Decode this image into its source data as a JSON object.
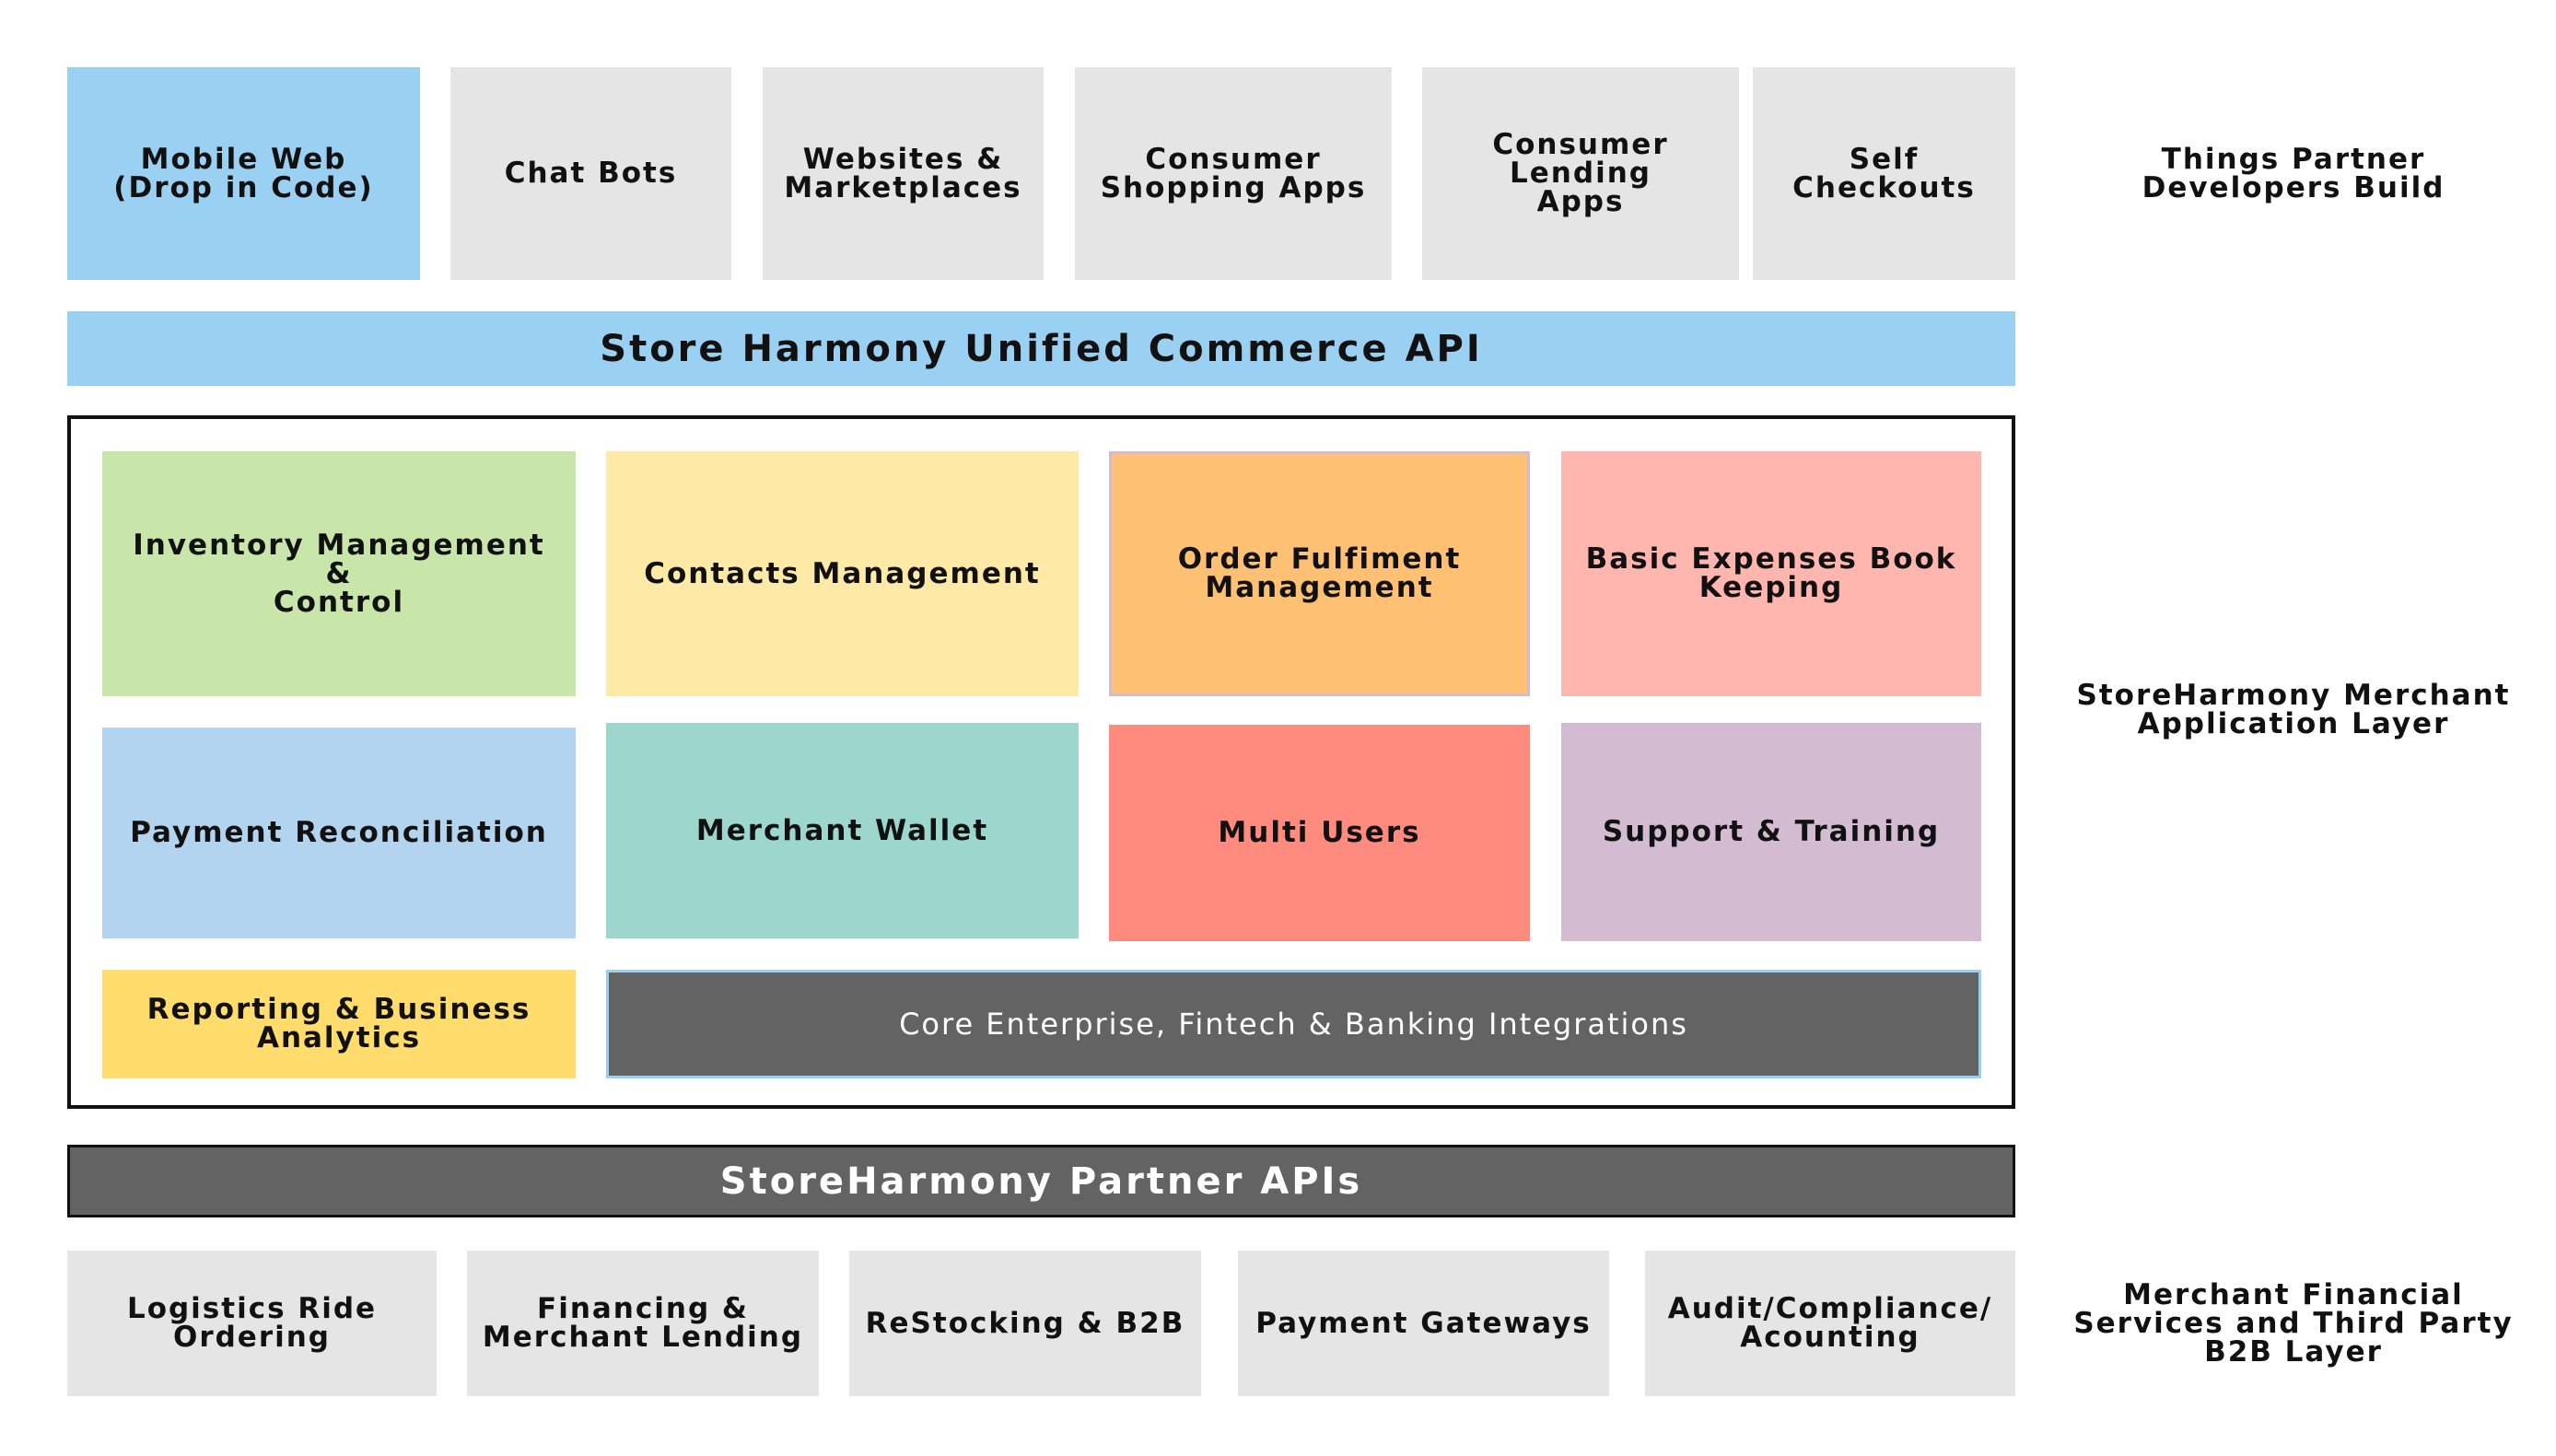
{
  "colors": {
    "gray": "#e5e5e5",
    "blue": "#9ad0f2",
    "green": "#c8e6a9",
    "yellow": "#feeaa6",
    "orange": "#fec174",
    "pink": "#ffb6ae",
    "light_blue": "#b2d4ef",
    "teal": "#9dd6cc",
    "red": "#ff8b7e",
    "purple": "#d3bbd2",
    "gold": "#ffdc6c",
    "dark_gray": "#636363"
  },
  "top_row": {
    "items": [
      {
        "label": "Mobile Web\n(Drop in Code)"
      },
      {
        "label": "Chat Bots"
      },
      {
        "label": "Websites &\nMarketplaces"
      },
      {
        "label": "Consumer\nShopping Apps"
      },
      {
        "label": "Consumer Lending\nApps"
      },
      {
        "label": "Self Checkouts"
      }
    ],
    "side_label": "Things Partner\nDevelopers Build"
  },
  "unified_api": {
    "label": "Store Harmony Unified Commerce API"
  },
  "merchant_layer": {
    "modules": [
      {
        "label": "Inventory Management &\nControl"
      },
      {
        "label": "Contacts Management"
      },
      {
        "label": "Order Fulfiment\nManagement"
      },
      {
        "label": "Basic Expenses Book\nKeeping"
      },
      {
        "label": "Payment Reconciliation"
      },
      {
        "label": "Merchant Wallet"
      },
      {
        "label": "Multi Users"
      },
      {
        "label": "Support & Training"
      },
      {
        "label": "Reporting & Business\nAnalytics"
      },
      {
        "label": "Core Enterprise, Fintech & Banking Integrations"
      }
    ],
    "side_label": "StoreHarmony Merchant\nApplication Layer"
  },
  "partner_apis": {
    "label": "StoreHarmony Partner APIs"
  },
  "bottom_row": {
    "items": [
      {
        "label": "Logistics Ride\nOrdering"
      },
      {
        "label": "Financing &\nMerchant Lending"
      },
      {
        "label": "ReStocking & B2B"
      },
      {
        "label": "Payment Gateways"
      },
      {
        "label": "Audit/Compliance/\nAcounting"
      }
    ],
    "side_label": "Merchant Financial\nServices and Third Party\nB2B Layer"
  }
}
